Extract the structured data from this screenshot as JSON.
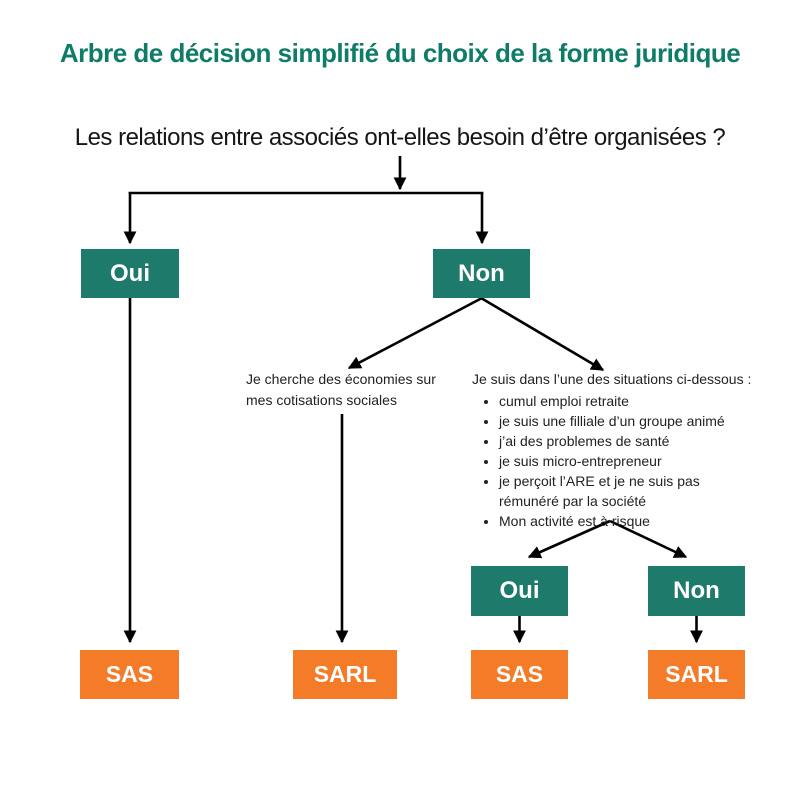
{
  "title": {
    "text": "Arbre de décision simplifié du choix de la forme juridique"
  },
  "question": {
    "text": "Les relations entre associés ont-elles besoin d’être organisées ?"
  },
  "colors": {
    "title_teal": "#0e7c68",
    "teal": "#1e7a6b",
    "orange": "#f47b28",
    "line": "#000000"
  },
  "nodes": {
    "l1_oui": "Oui",
    "l1_non": "Non",
    "l2_oui": "Oui",
    "l2_non": "Non",
    "result_sas_left": "SAS",
    "result_sarl_mid": "SARL",
    "result_sas_right": "SAS",
    "result_sarl_right": "SARL"
  },
  "branch_mid": {
    "text": "Je cherche des économies sur mes cotisations sociales"
  },
  "branch_right": {
    "heading": "Je suis dans l’une des situations ci-dessous :",
    "bullets": [
      "cumul emploi retraite",
      "je suis une filliale d’un groupe animé",
      "j’ai des problemes de santé",
      "je suis micro-entrepreneur",
      "je perçoit l’ARE et je ne suis pas rémunéré par la société",
      "Mon activité est à risque"
    ]
  }
}
